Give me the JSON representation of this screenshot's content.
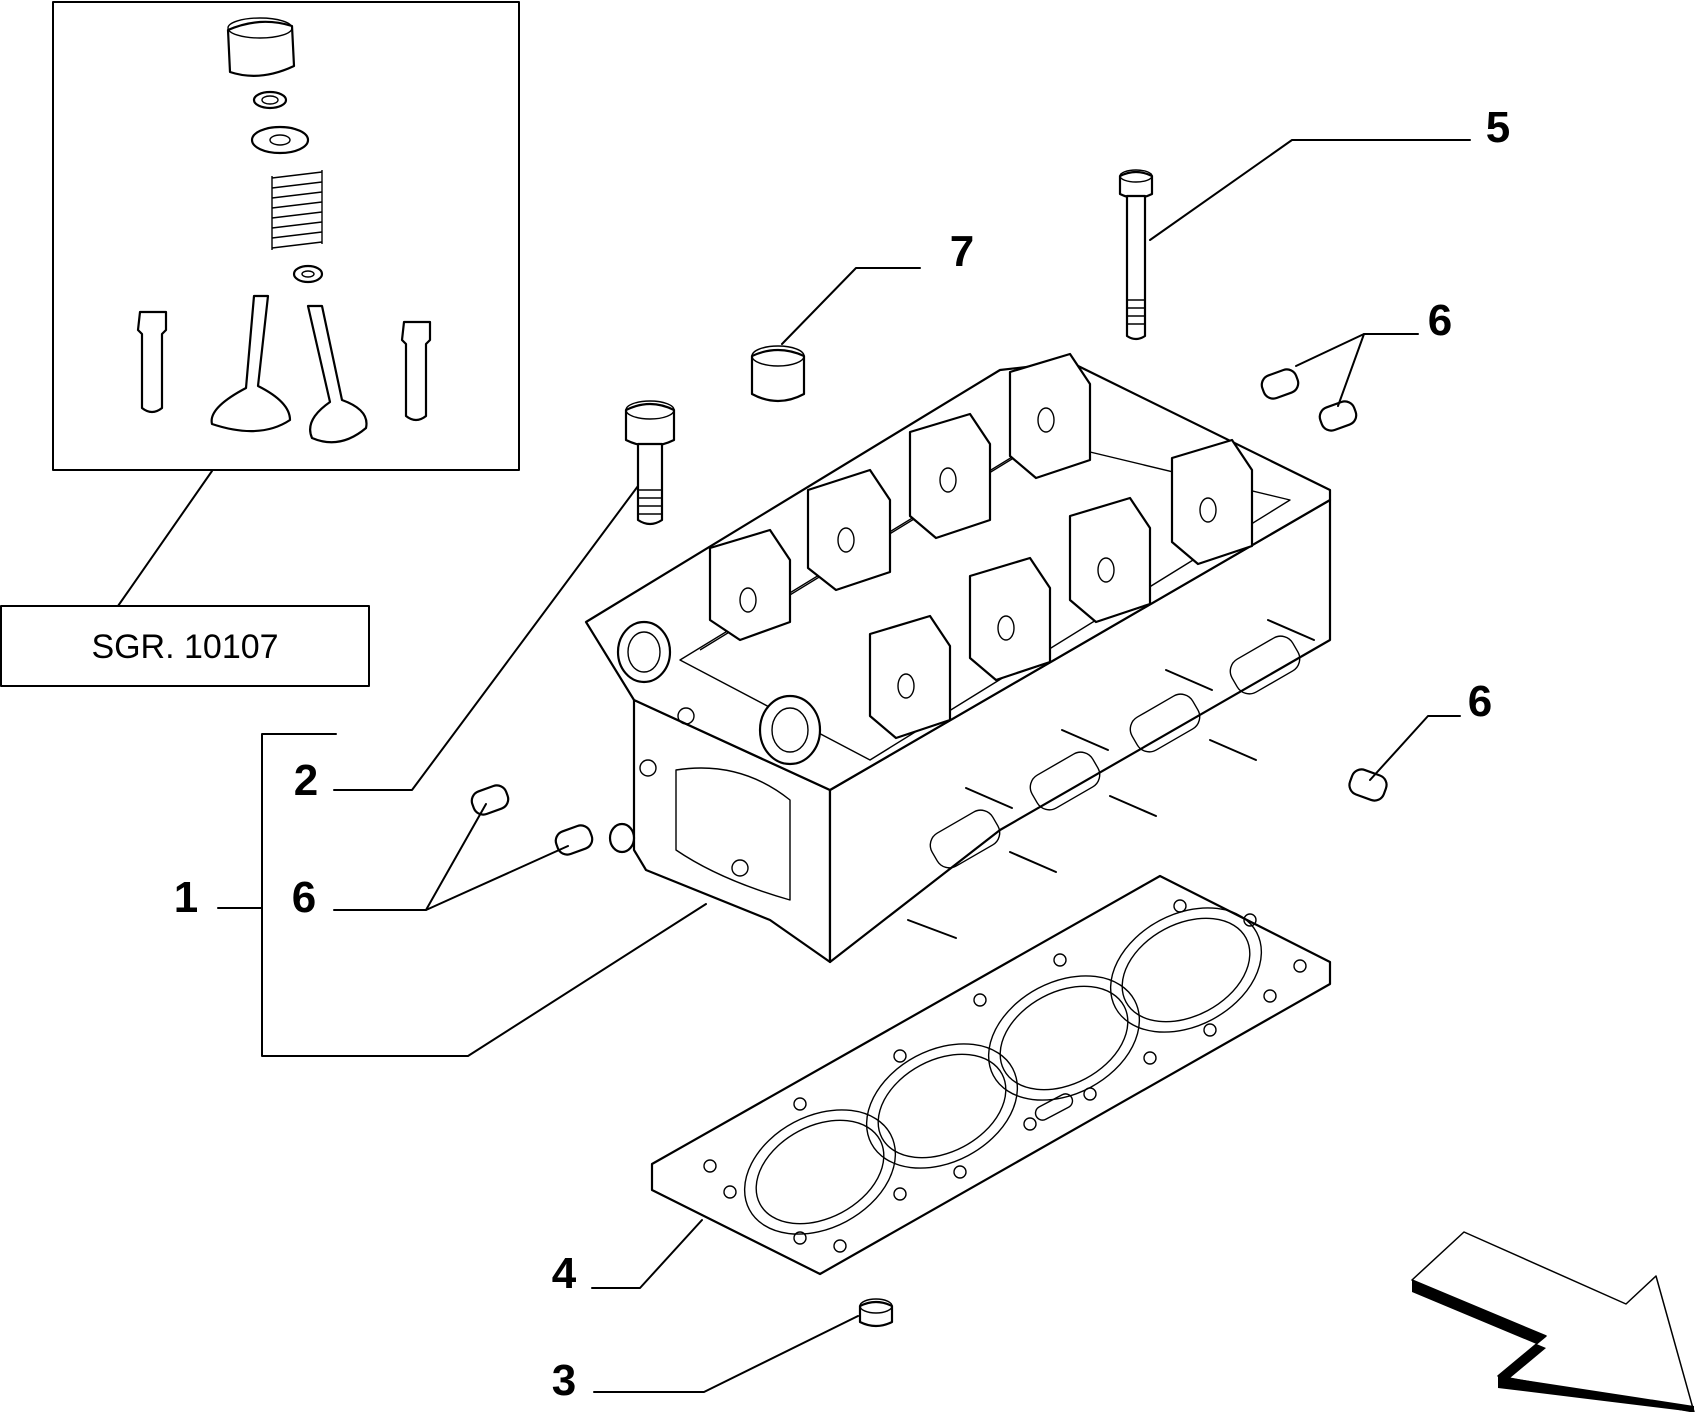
{
  "reference_box": {
    "label": "SGR. 10107"
  },
  "callouts": [
    {
      "id": "1",
      "label": "1"
    },
    {
      "id": "2",
      "label": "2"
    },
    {
      "id": "3",
      "label": "3"
    },
    {
      "id": "4",
      "label": "4"
    },
    {
      "id": "5",
      "label": "5"
    },
    {
      "id": "6a",
      "label": "6"
    },
    {
      "id": "6b",
      "label": "6"
    },
    {
      "id": "6c",
      "label": "6"
    },
    {
      "id": "7",
      "label": "7"
    }
  ],
  "icons": [
    "valve-assembly-icon",
    "cylinder-head-icon",
    "head-gasket-icon",
    "bolt-icon",
    "stud-icon",
    "bushing-icon",
    "direction-arrow-icon"
  ]
}
